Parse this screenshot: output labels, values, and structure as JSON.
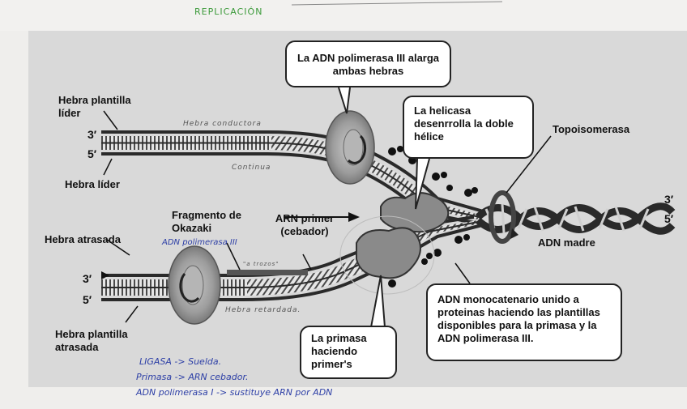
{
  "header": {
    "handwritten_title": "REPLICACIÓN"
  },
  "bubbles": {
    "polymerase": "La ADN polimerasa III alarga ambas hebras",
    "helicase": "La helicasa desenrrolla la doble hélice",
    "single_strand": "ADN monocatenario unido a proteinas haciendo las plantillas disponibles para la primasa y la ADN polimerasa III.",
    "primase": "La primasa haciendo primer's"
  },
  "labels": {
    "lead_template": "Hebra plantilla líder",
    "lead_strand": "Hebra líder",
    "lagging_strand": "Hebra  atrasada",
    "lagging_template": "Hebra plantilla atrasada",
    "okazaki": "Fragmento de Okazaki",
    "rna_primer": "ARN primer (cebador)",
    "topoisomerase": "Topoisomerasa",
    "parent_dna": "ADN madre",
    "prime_3": "3′",
    "prime_5": "5′"
  },
  "annotations": {
    "hebra_conductora": "Hebra  conductora",
    "continua": "Continua",
    "adn_pol_iii": "ADN polimerasa III",
    "a_trozos": "\"a trozos\"",
    "hebra_retardada": "Hebra retardada.",
    "notes": [
      "LIGASA -> Suelda.",
      "Primasa -> ARN cebador.",
      "ADN polimerasa I -> sustituye ARN por ADN"
    ]
  },
  "colors": {
    "strand_dark": "#2a2a2a",
    "rung_light": "#d8d8d8",
    "protein_gray": "#8a8a8a",
    "photo_bg": "#d9d9d9",
    "ink_green": "#3c9a3a",
    "ink_blue": "#2d3fa6"
  }
}
